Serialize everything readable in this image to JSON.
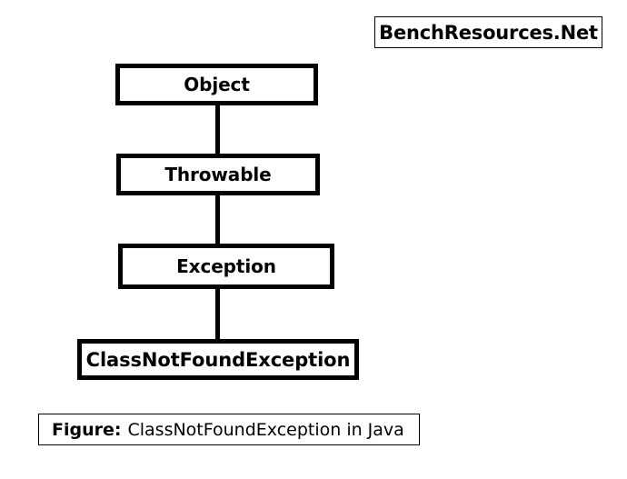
{
  "figure": {
    "background_color": "#ffffff",
    "border_color": "#000000",
    "brand": {
      "name": "brand-watermark",
      "text": "BenchResources.Net"
    },
    "diagram": {
      "type": "class-hierarchy",
      "title": "ClassNotFoundException in Java",
      "nodes": [
        {
          "id": "object",
          "label": "Object"
        },
        {
          "id": "throwable",
          "label": "Throwable"
        },
        {
          "id": "exception",
          "label": "Exception"
        },
        {
          "id": "class-not-found-exception",
          "label": "ClassNotFoundException"
        }
      ],
      "edges": [
        {
          "from": "object",
          "to": "throwable"
        },
        {
          "from": "throwable",
          "to": "exception"
        },
        {
          "from": "exception",
          "to": "class-not-found-exception"
        }
      ]
    },
    "caption": {
      "label": "Figure:",
      "text": "ClassNotFoundException in Java"
    }
  }
}
